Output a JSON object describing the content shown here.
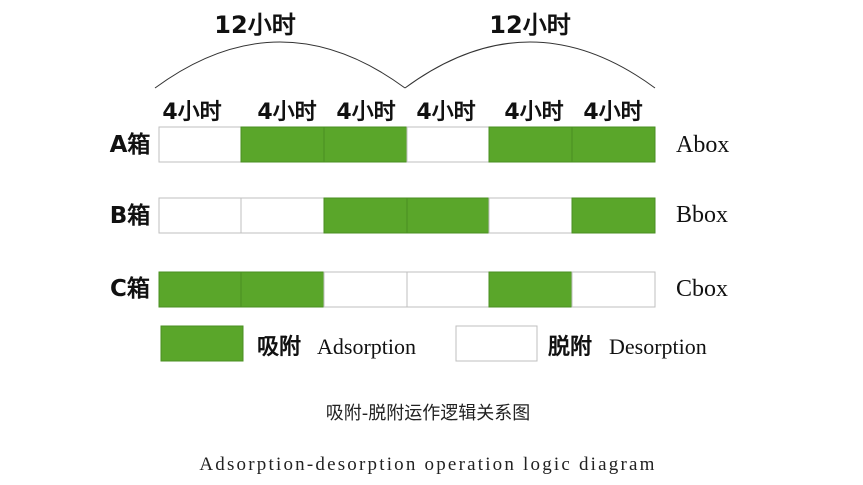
{
  "colors": {
    "adsorption": "#5aa62a",
    "desorption": "#ffffff",
    "border": "#bfbfbf",
    "arc": "#333333"
  },
  "periods": [
    "12小时",
    "12小时"
  ],
  "segment_labels": [
    "4小时",
    "4小时",
    "4小时",
    "4小时",
    "4小时",
    "4小时"
  ],
  "rows": [
    {
      "label": "A箱",
      "en": "Abox",
      "states": [
        "desorption",
        "adsorption",
        "adsorption",
        "desorption",
        "adsorption",
        "adsorption"
      ]
    },
    {
      "label": "B箱",
      "en": "Bbox",
      "states": [
        "desorption",
        "desorption",
        "adsorption",
        "adsorption",
        "desorption",
        "adsorption"
      ]
    },
    {
      "label": "C箱",
      "en": "Cbox",
      "states": [
        "adsorption",
        "adsorption",
        "desorption",
        "desorption",
        "adsorption",
        "desorption"
      ]
    }
  ],
  "legend": {
    "adsorption": {
      "cn": "吸附",
      "en": "Adsorption"
    },
    "desorption": {
      "cn": "脱附",
      "en": "Desorption"
    }
  },
  "caption": {
    "cn": "吸附-脱附运作逻辑关系图",
    "en": "Adsorption-desorption operation logic diagram"
  }
}
